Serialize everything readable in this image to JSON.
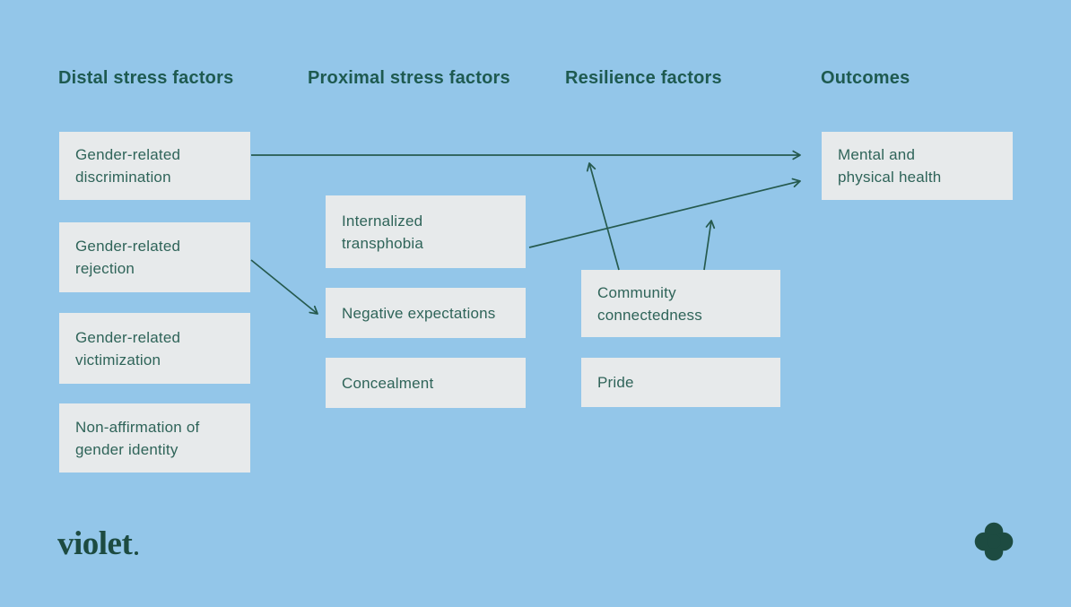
{
  "page": {
    "background_color": "#93c6e9",
    "box_background_color": "#e7eaeb",
    "header_text_color": "#1e5a50",
    "box_text_color": "#2f6459",
    "arrow_color": "#265a4e",
    "brand_color": "#1d4b41"
  },
  "columns": [
    {
      "header": "Distal stress factors",
      "boxes": [
        "Gender-related\ndiscrimination",
        "Gender-related\nrejection",
        "Gender-related\nvictimization",
        "Non-affirmation of\ngender identity"
      ]
    },
    {
      "header": "Proximal stress factors",
      "boxes": [
        "Internalized\ntransphobia",
        "Negative expectations",
        "Concealment"
      ]
    },
    {
      "header": "Resilience factors",
      "boxes": [
        "Community\nconnectedness",
        "Pride"
      ]
    },
    {
      "header": "Outcomes",
      "boxes": [
        "Mental and\nphysical health"
      ]
    }
  ],
  "connections": [
    {
      "from": "Gender-related discrimination",
      "to": "Mental and physical health"
    },
    {
      "from": "Gender-related rejection",
      "to": "Negative expectations"
    },
    {
      "from": "Internalized transphobia",
      "to": "Mental and physical health"
    },
    {
      "from": "Community connectedness",
      "to": "discrimination-to-health pathway"
    },
    {
      "from": "Community connectedness",
      "to": "transphobia-to-health pathway"
    }
  ],
  "footer": {
    "logo_text": "violet",
    "brand_icon": "clover-icon"
  }
}
